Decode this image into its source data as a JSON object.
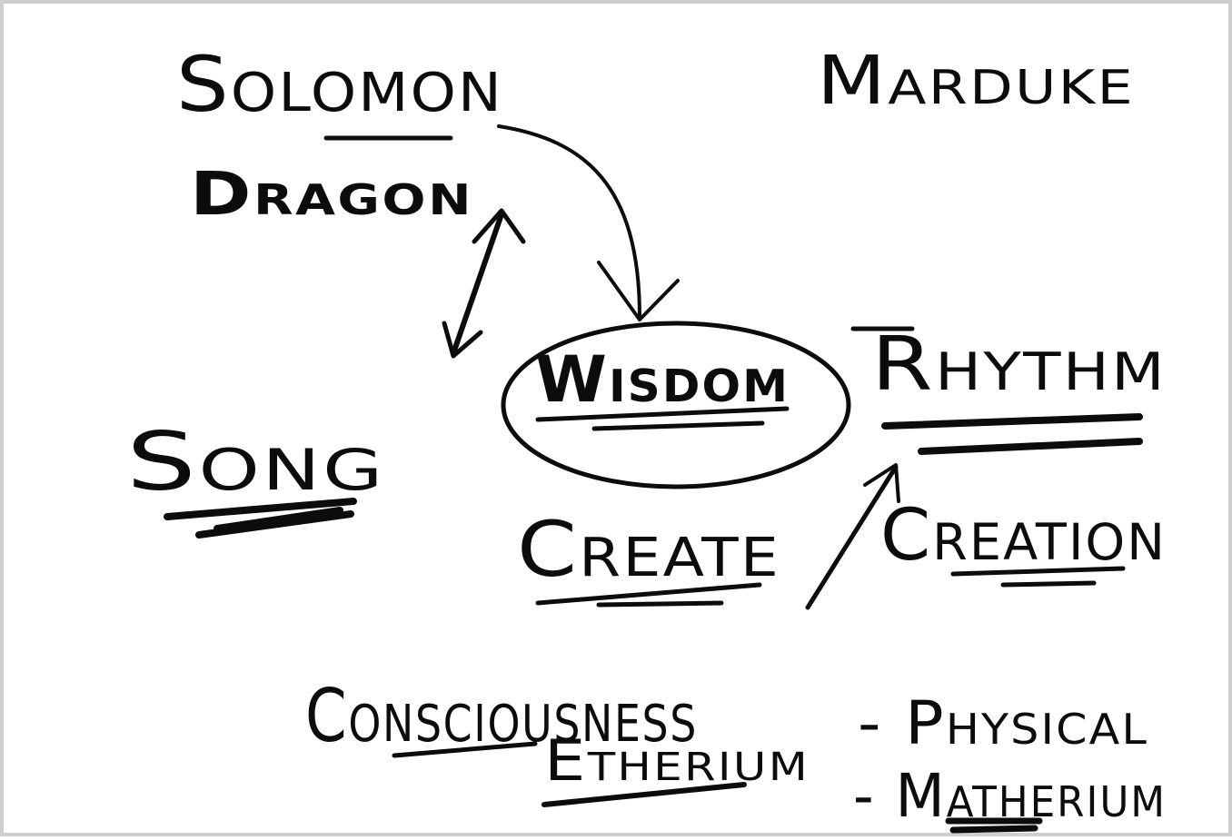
{
  "ink_color": "#0c0c0c",
  "background_color": "#ffffff",
  "words": {
    "solomon": "Solomon",
    "dragon": "Dragon",
    "marduke": "Marduke",
    "wisdom": "Wisdom",
    "rhythm": "Rhythm",
    "song": "Song",
    "create": "Create",
    "creation": "Creation",
    "consciousness": "Consciousness",
    "etherium": "Etherium",
    "physical": "- Physical",
    "matherium": "- Matherium"
  }
}
